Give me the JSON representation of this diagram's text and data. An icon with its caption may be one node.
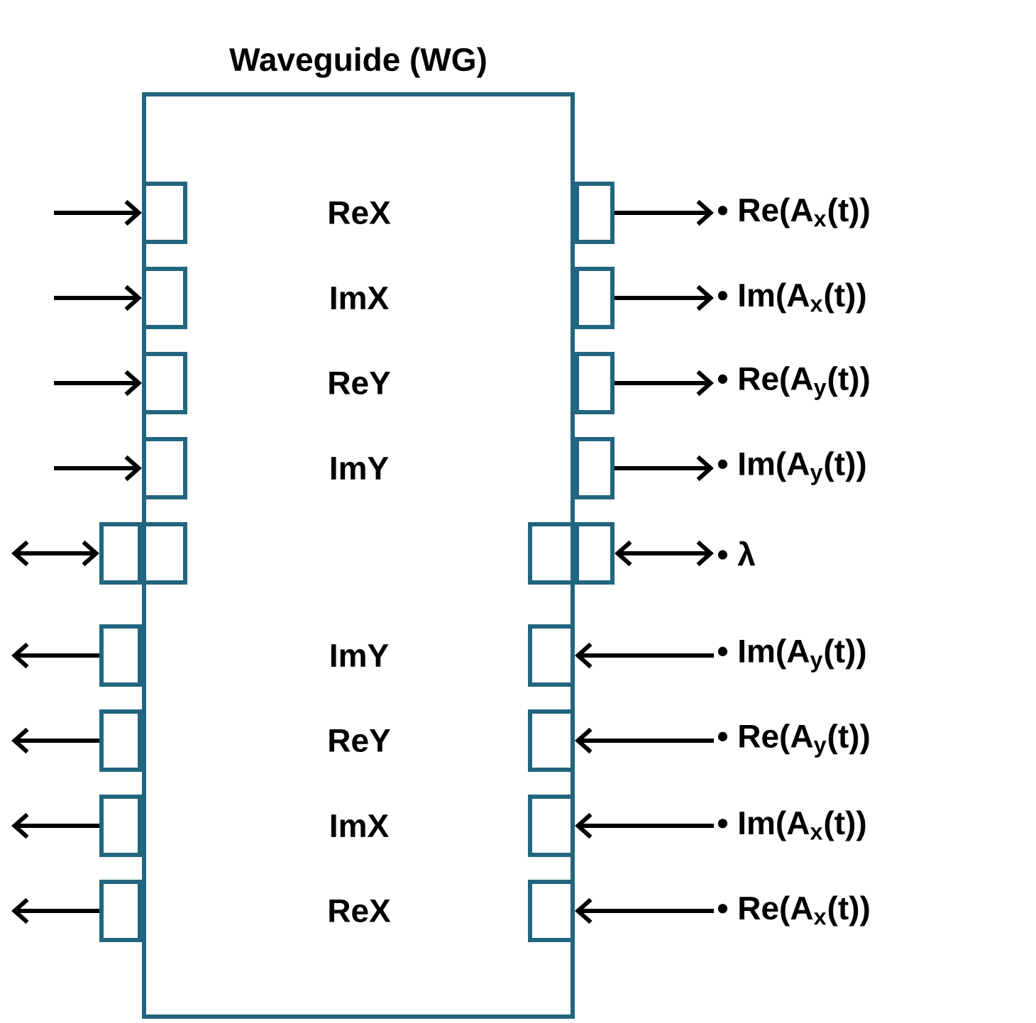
{
  "diagram": {
    "nodes": [
      {
        "text": [
          "Waveguide (WG)"
        ]
      },
      {
        "text": [],
        "shape": "box",
        "in": 0
      },
      {
        "text": [],
        "shape": "box",
        "in": 0
      },
      {
        "text": [],
        "shape": "box",
        "in": 0
      },
      {
        "text": [],
        "shape": "box",
        "in": 0
      },
      {
        "text": [],
        "shape": "box"
      },
      {
        "text": [],
        "shape": "box",
        "in": 0
      },
      {
        "text": [],
        "shape": "box"
      },
      {
        "text": [],
        "shape": "box"
      },
      {
        "text": [],
        "shape": "box"
      },
      {
        "text": [],
        "shape": "box"
      },
      {
        "text": [],
        "shape": "box"
      },
      {
        "text": [],
        "shape": "box"
      },
      {
        "text": [],
        "shape": "box"
      },
      {
        "text": [],
        "shape": "box"
      },
      {
        "text": [],
        "shape": "box",
        "in": 0
      },
      {
        "text": [],
        "shape": "box"
      },
      {
        "text": [],
        "shape": "box",
        "in": 0
      },
      {
        "text": [],
        "shape": "box",
        "in": 0
      },
      {
        "text": [],
        "shape": "box",
        "in": 0
      },
      {
        "text": [],
        "shape": "box",
        "in": 0
      },
      {
        "text": [
          "• Re(A$_{x}$(t))"
        ]
      },
      {
        "text": [
          "• Im(A$_{x}$(t))"
        ]
      },
      {
        "text": [
          "• Re(A$_{y}$(t))"
        ]
      },
      {
        "text": [
          "• Im(A$_{y}$(t))"
        ]
      },
      {
        "text": [
          "• λ"
        ]
      },
      {
        "text": [
          "• Im(A$_{y}$(t))"
        ]
      },
      {
        "text": [
          "• Re(A$_{y}$(t))"
        ]
      },
      {
        "text": [
          "• Im(A$_{x}$(t))"
        ]
      },
      {
        "text": [
          "• Re(A$_{x}$(t))"
        ]
      }
    ],
    "edges": [
      {
        "from": null,
        "to": 1,
        "arrow": "to"
      },
      {
        "from": null,
        "to": 2,
        "arrow": "to"
      },
      {
        "from": null,
        "to": 3,
        "arrow": "to"
      },
      {
        "from": null,
        "to": 4,
        "arrow": "to"
      },
      {
        "from": null,
        "to": 5,
        "arrow": "both"
      },
      {
        "from": 7,
        "to": null,
        "arrow": "to"
      },
      {
        "from": 8,
        "to": null,
        "arrow": "to"
      },
      {
        "from": 9,
        "to": null,
        "arrow": "to"
      },
      {
        "from": 10,
        "to": null,
        "arrow": "to"
      },
      {
        "from": 11,
        "to": 21,
        "arrow": "to"
      },
      {
        "from": 12,
        "to": 22,
        "arrow": "to"
      },
      {
        "from": 13,
        "to": 23,
        "arrow": "to"
      },
      {
        "from": 14,
        "to": 24,
        "arrow": "to"
      },
      {
        "from": 16,
        "to": 25,
        "arrow": "both"
      },
      {
        "from": 26,
        "to": 17,
        "arrow": "to"
      },
      {
        "from": 27,
        "to": 18,
        "arrow": "to"
      },
      {
        "from": 28,
        "to": 19,
        "arrow": "to"
      },
      {
        "from": 29,
        "to": 20,
        "arrow": "to"
      }
    ],
    "labels": [
      "ReX",
      "ImX",
      "ReY",
      "ImY",
      "ImY",
      "ReY",
      "ImX",
      "ReX"
    ]
  }
}
